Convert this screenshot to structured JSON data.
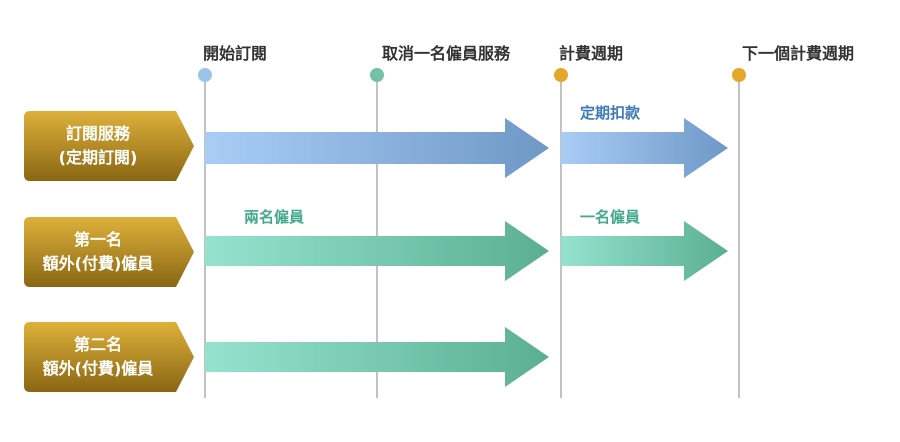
{
  "timeline_headers": [
    {
      "label": "開始訂閱",
      "dot_color": "#9dc3ea"
    },
    {
      "label": "取消一名僱員服務",
      "dot_color": "#72c2a7"
    },
    {
      "label": "計費週期",
      "dot_color": "#e3a82b"
    },
    {
      "label": "下一個計費週期",
      "dot_color": "#e3a82b"
    }
  ],
  "rows": [
    {
      "line1": "訂閱服務",
      "line2": "(定期訂閱)"
    },
    {
      "line1": "第一名",
      "line2": "額外(付費)僱員"
    },
    {
      "line1": "第二名",
      "line2": "額外(付費)僱員"
    }
  ],
  "annotations": {
    "billing": "定期扣款",
    "two_staff": "兩名僱員",
    "one_staff": "一名僱員"
  },
  "colors": {
    "blue_arrow_start": "#a9cdf5",
    "blue_arrow_end": "#6f98c7",
    "teal_arrow_start": "#95e3cf",
    "teal_arrow_end": "#5baf91",
    "badge_top": "#deb13b",
    "badge_bottom": "#8a6613",
    "blue_text": "#3d78b7",
    "teal_text": "#45a98a",
    "vline": "#c2c2c2"
  }
}
